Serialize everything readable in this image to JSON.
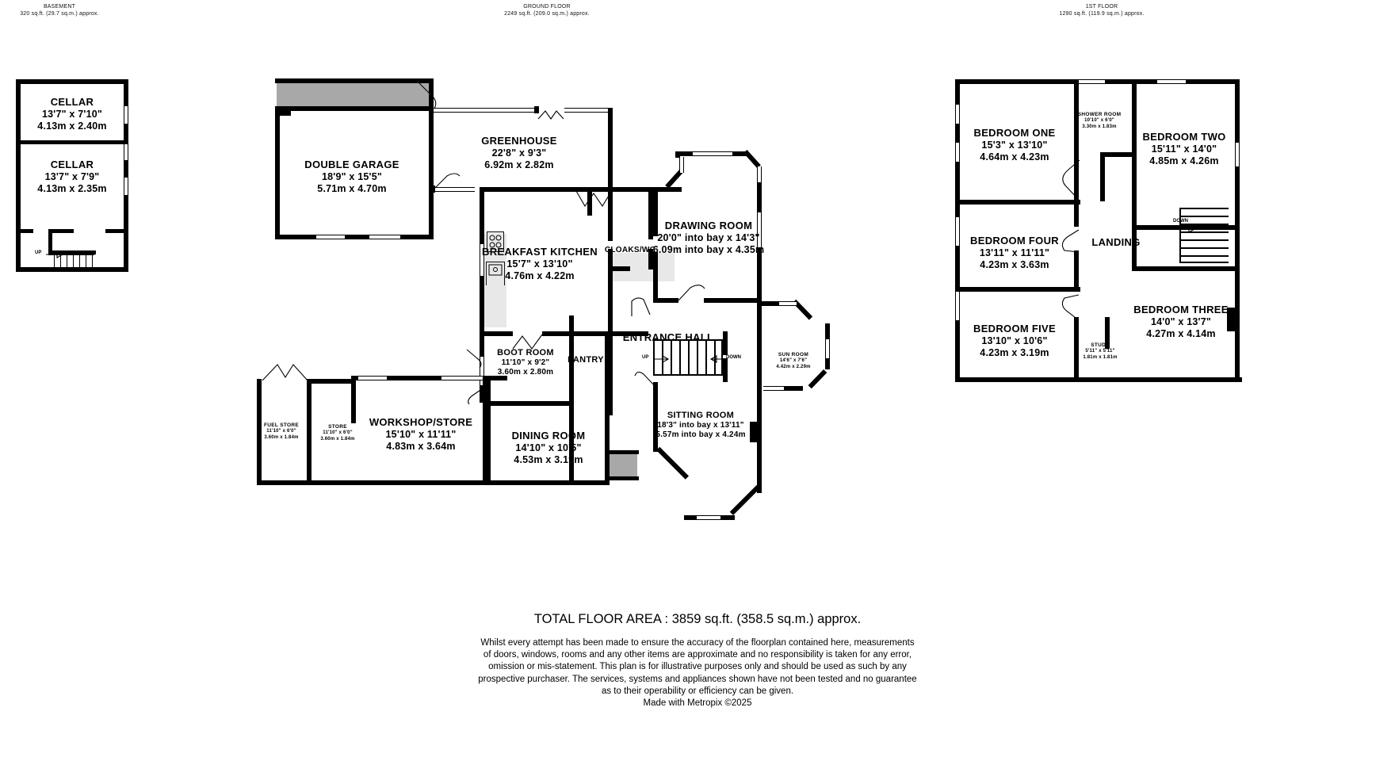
{
  "headers": [
    {
      "title": "BASEMENT",
      "area": "320 sq.ft. (29.7 sq.m.) approx."
    },
    {
      "title": "GROUND FLOOR",
      "area": "2249 sq.ft. (209.0 sq.m.) approx."
    },
    {
      "title": "1ST FLOOR",
      "area": "1290 sq.ft. (119.9 sq.m.) approx."
    }
  ],
  "basement": {
    "rooms": [
      {
        "name": "CELLAR",
        "imperial": "13'7\"  x 7'10\"",
        "metric": "4.13m  x 2.40m"
      },
      {
        "name": "CELLAR",
        "imperial": "13'7\"  x 7'9\"",
        "metric": "4.13m  x 2.35m"
      }
    ],
    "stair_label": "UP"
  },
  "ground": {
    "rooms": [
      {
        "name": "DOUBLE GARAGE",
        "imperial": "18'9\"  x 15'5\"",
        "metric": "5.71m  x 4.70m"
      },
      {
        "name": "GREENHOUSE",
        "imperial": "22'8\"  x 9'3\"",
        "metric": "6.92m  x 2.82m"
      },
      {
        "name": "BREAKFAST KITCHEN",
        "imperial": "15'7\"  x 13'10\"",
        "metric": "4.76m  x 4.22m"
      },
      {
        "name": "DRAWING ROOM",
        "imperial": "20'0\" into bay x 14'3\"",
        "metric": "6.09m into bay x 4.35m"
      },
      {
        "name": "CLOAKS/WC",
        "imperial": "",
        "metric": ""
      },
      {
        "name": "ENTRANCE HALL",
        "imperial": "",
        "metric": ""
      },
      {
        "name": "BOOT ROOM",
        "imperial": "11'10\"  x 9'2\"",
        "metric": "3.60m  x 2.80m"
      },
      {
        "name": "PANTRY",
        "imperial": "",
        "metric": ""
      },
      {
        "name": "SUN ROOM",
        "imperial": "14'6\"  x 7'6\"",
        "metric": "4.42m  x 2.29m"
      },
      {
        "name": "SITTING ROOM",
        "imperial": "18'3\" into bay x 13'11\"",
        "metric": "5.57m into bay x 4.24m"
      },
      {
        "name": "DINING ROOM",
        "imperial": "14'10\"  x 10'5\"",
        "metric": "4.53m  x 3.19m"
      },
      {
        "name": "WORKSHOP/STORE",
        "imperial": "15'10\"  x 11'11\"",
        "metric": "4.83m  x 3.64m"
      },
      {
        "name": "STORE",
        "imperial": "11'10\"  x 6'0\"",
        "metric": "3.60m  x 1.84m"
      },
      {
        "name": "FUEL STORE",
        "imperial": "11'10\"  x 6'0\"",
        "metric": "3.60m  x 1.84m"
      }
    ],
    "stair_up": "UP",
    "stair_down": "DOWN"
  },
  "first": {
    "rooms": [
      {
        "name": "BEDROOM ONE",
        "imperial": "15'3\"  x 13'10\"",
        "metric": "4.64m  x 4.23m"
      },
      {
        "name": "BEDROOM TWO",
        "imperial": "15'11\"  x 14'0\"",
        "metric": "4.85m  x 4.26m"
      },
      {
        "name": "SHOWER ROOM",
        "imperial": "10'10\"  x 6'0\"",
        "metric": "3.30m  x 1.83m"
      },
      {
        "name": "BEDROOM FOUR",
        "imperial": "13'11\"  x 11'11\"",
        "metric": "4.23m  x 3.63m"
      },
      {
        "name": "LANDING",
        "imperial": "",
        "metric": ""
      },
      {
        "name": "BEDROOM THREE",
        "imperial": "14'0\"  x 13'7\"",
        "metric": "4.27m  x 4.14m"
      },
      {
        "name": "BEDROOM FIVE",
        "imperial": "13'10\"  x 10'6\"",
        "metric": "4.23m  x 3.19m"
      },
      {
        "name": "STUDY",
        "imperial": "5'11\"  x 5'11\"",
        "metric": "1.81m  x 1.81m"
      }
    ],
    "stair_down": "DOWN"
  },
  "footer": {
    "total": "TOTAL FLOOR AREA : 3859 sq.ft. (358.5 sq.m.) approx.",
    "disclaimer_line1": "Whilst every attempt has been made to ensure the accuracy of the floorplan contained here, measurements",
    "disclaimer_line2": "of doors, windows, rooms and any other items are approximate and no responsibility is taken for any error,",
    "disclaimer_line3": "omission or mis-statement. This plan is for illustrative purposes only and should be used as such by any",
    "disclaimer_line4": "prospective purchaser. The services, systems and appliances shown have not been tested and no guarantee",
    "disclaimer_line5": "as to their operability or efficiency can be given.",
    "credit": "Made with Metropix ©2025"
  }
}
